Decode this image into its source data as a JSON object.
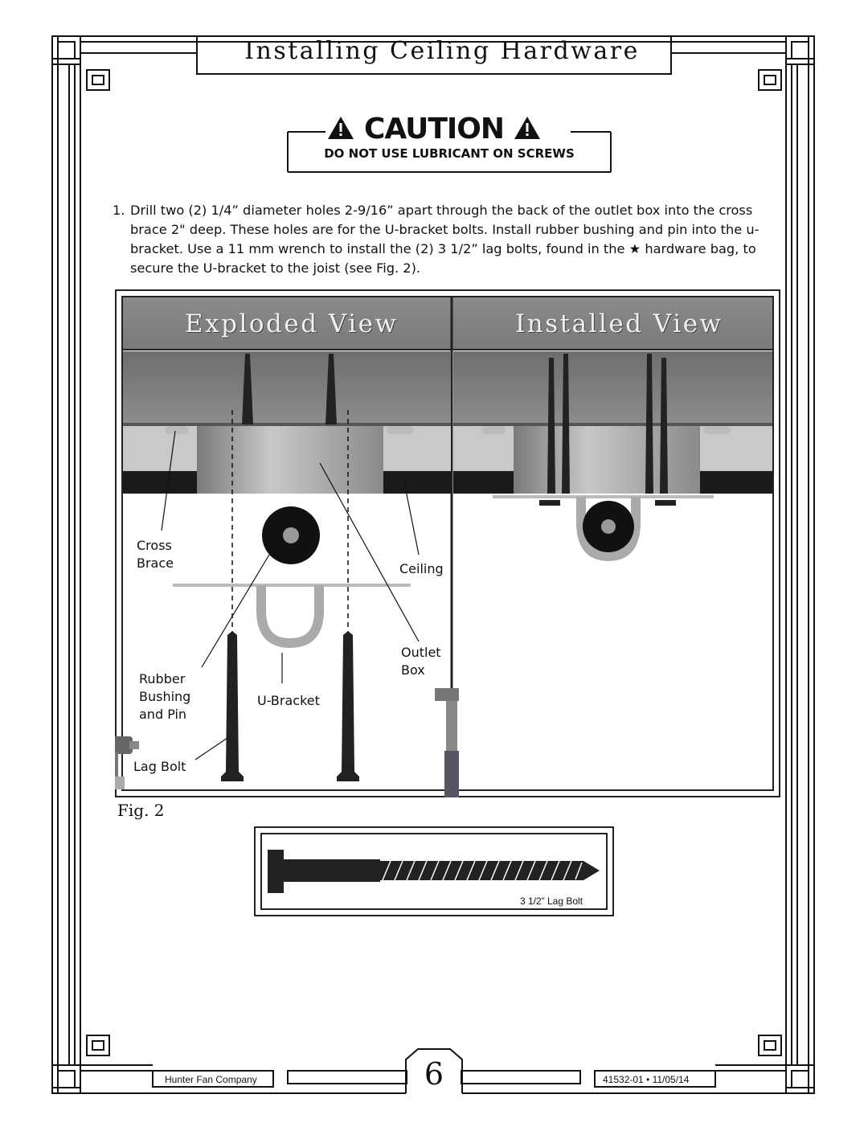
{
  "page": {
    "title": "Installing Ceiling Hardware",
    "caution": {
      "heading": "CAUTION",
      "warning_icon": "warning-triangle-icon",
      "subtext": "DO NOT USE LUBRICANT ON SCREWS"
    },
    "step": {
      "number": "1.",
      "text_before_star": "Drill two (2) 1/4” diameter holes 2-9/16” apart through the back of the outlet box into the cross brace 2\" deep. These holes are for the U-bracket bolts. Install rubber bushing and pin into the u-bracket. Use a 11 mm wrench to install the (2) 3 1/2” lag bolts, found in the",
      "star_icon": "star-icon",
      "text_after_star": "hardware bag, to secure the U-bracket to the joist (see Fig. 2)."
    },
    "figure": {
      "exploded_header": "Exploded View",
      "installed_header": "Installed View",
      "labels": {
        "cross_brace_1": "Cross",
        "cross_brace_2": "Brace",
        "ceiling": "Ceiling",
        "outlet_box_1": "Outlet",
        "outlet_box_2": "Box",
        "rubber_1": "Rubber",
        "rubber_2": "Bushing",
        "rubber_3": "and Pin",
        "u_bracket": "U-Bracket",
        "lag_bolt": "Lag Bolt"
      },
      "caption": "Fig. 2"
    },
    "lag_bolt_caption": "3 1/2” Lag Bolt",
    "footer": {
      "company": "Hunter Fan Company",
      "page_number": "6",
      "doc_code": "41532-01 • 11/05/14"
    }
  }
}
